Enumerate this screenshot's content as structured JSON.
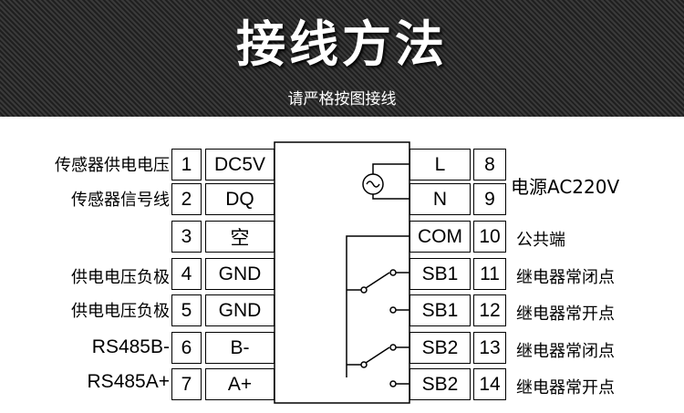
{
  "header": {
    "title": "接线方法",
    "subtitle": "请严格按图接线"
  },
  "left_terminals": [
    {
      "num": "1",
      "signal": "DC5V",
      "desc": "传感器供电电压"
    },
    {
      "num": "2",
      "signal": "DQ",
      "desc": "传感器信号线"
    },
    {
      "num": "3",
      "signal": "空",
      "desc": ""
    },
    {
      "num": "4",
      "signal": "GND",
      "desc": "供电电压负极"
    },
    {
      "num": "5",
      "signal": "GND",
      "desc": "供电电压负极"
    },
    {
      "num": "6",
      "signal": "B-",
      "desc": "RS485B-"
    },
    {
      "num": "7",
      "signal": "A+",
      "desc": "RS485A+"
    }
  ],
  "right_terminals": [
    {
      "num": "8",
      "signal": "L"
    },
    {
      "num": "9",
      "signal": "N"
    },
    {
      "num": "10",
      "signal": "COM"
    },
    {
      "num": "11",
      "signal": "SB1"
    },
    {
      "num": "12",
      "signal": "SB1"
    },
    {
      "num": "13",
      "signal": "SB2"
    },
    {
      "num": "14",
      "signal": "SB2"
    }
  ],
  "right_labels": {
    "power": "电源AC220V",
    "common": "公共端",
    "relay1_nc": "继电器常闭点",
    "relay1_no": "继电器常开点",
    "relay2_nc": "继电器常闭点",
    "relay2_no": "继电器常开点"
  },
  "colors": {
    "banner": "#2b2b2b",
    "line": "#000000"
  }
}
